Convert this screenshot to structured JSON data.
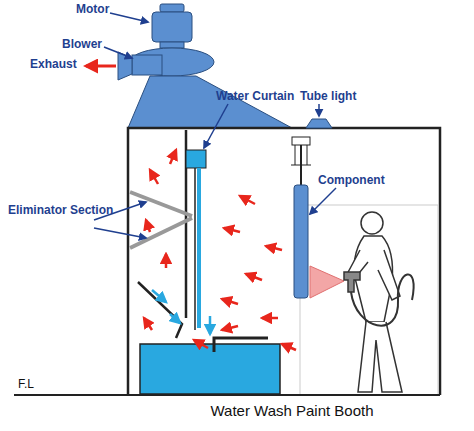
{
  "diagram": {
    "caption": "Water Wash Paint Booth",
    "labels": [
      "Motor",
      "Blower",
      "Exhaust",
      "Water Curtain",
      "Tube light",
      "Component",
      "Eliminator Section",
      "F.L"
    ]
  }
}
